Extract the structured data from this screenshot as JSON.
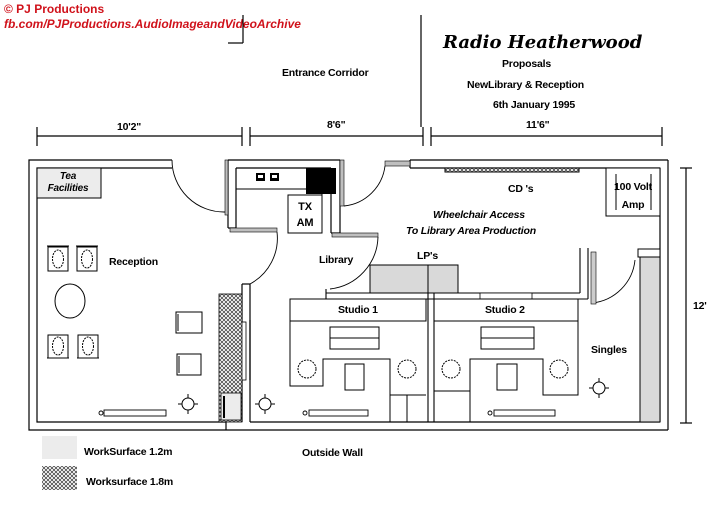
{
  "credits": {
    "copyright": "© PJ Productions",
    "link": "fb.com/PJProductions.AudioImageandVideoArchive"
  },
  "title_block": {
    "title": "Radio Heatherwood",
    "subtitle": "Proposals",
    "project": "NewLibrary & Reception",
    "date": "6th January 1995"
  },
  "dimensions": {
    "width_reception": "10'2\"",
    "width_middle": "8'6\"",
    "width_library": "11'6\"",
    "depth": "12'"
  },
  "rooms": {
    "entrance_corridor": "Entrance Corridor",
    "tea": "Tea Facilities",
    "tea_line1": "Tea",
    "tea_line2": "Facilities",
    "reception": "Reception",
    "tx_line1": "TX",
    "tx_line2": "AM",
    "library": "Library",
    "cds": "CD 's",
    "amp_line1": "100 Volt",
    "amp_line2": "Amp",
    "wheelchair_line1": "Wheelchair Access",
    "wheelchair_line2": "To Library Area Production",
    "lps": "LP's",
    "studio1": "Studio 1",
    "studio2": "Studio 2",
    "singles": "Singles",
    "outside_wall": "Outside Wall"
  },
  "legend": [
    {
      "label": "WorkSurface 1.2m",
      "pattern": "solid-gray",
      "color": "#ececec"
    },
    {
      "label": "Worksurface 1.8m",
      "pattern": "crosshatch",
      "color": "#888888"
    }
  ],
  "colors": {
    "credit_red": "#d0121b",
    "wall_line": "#000000",
    "work_surface_gray": "#d9d9d9",
    "legend_gray": "#ececec"
  }
}
